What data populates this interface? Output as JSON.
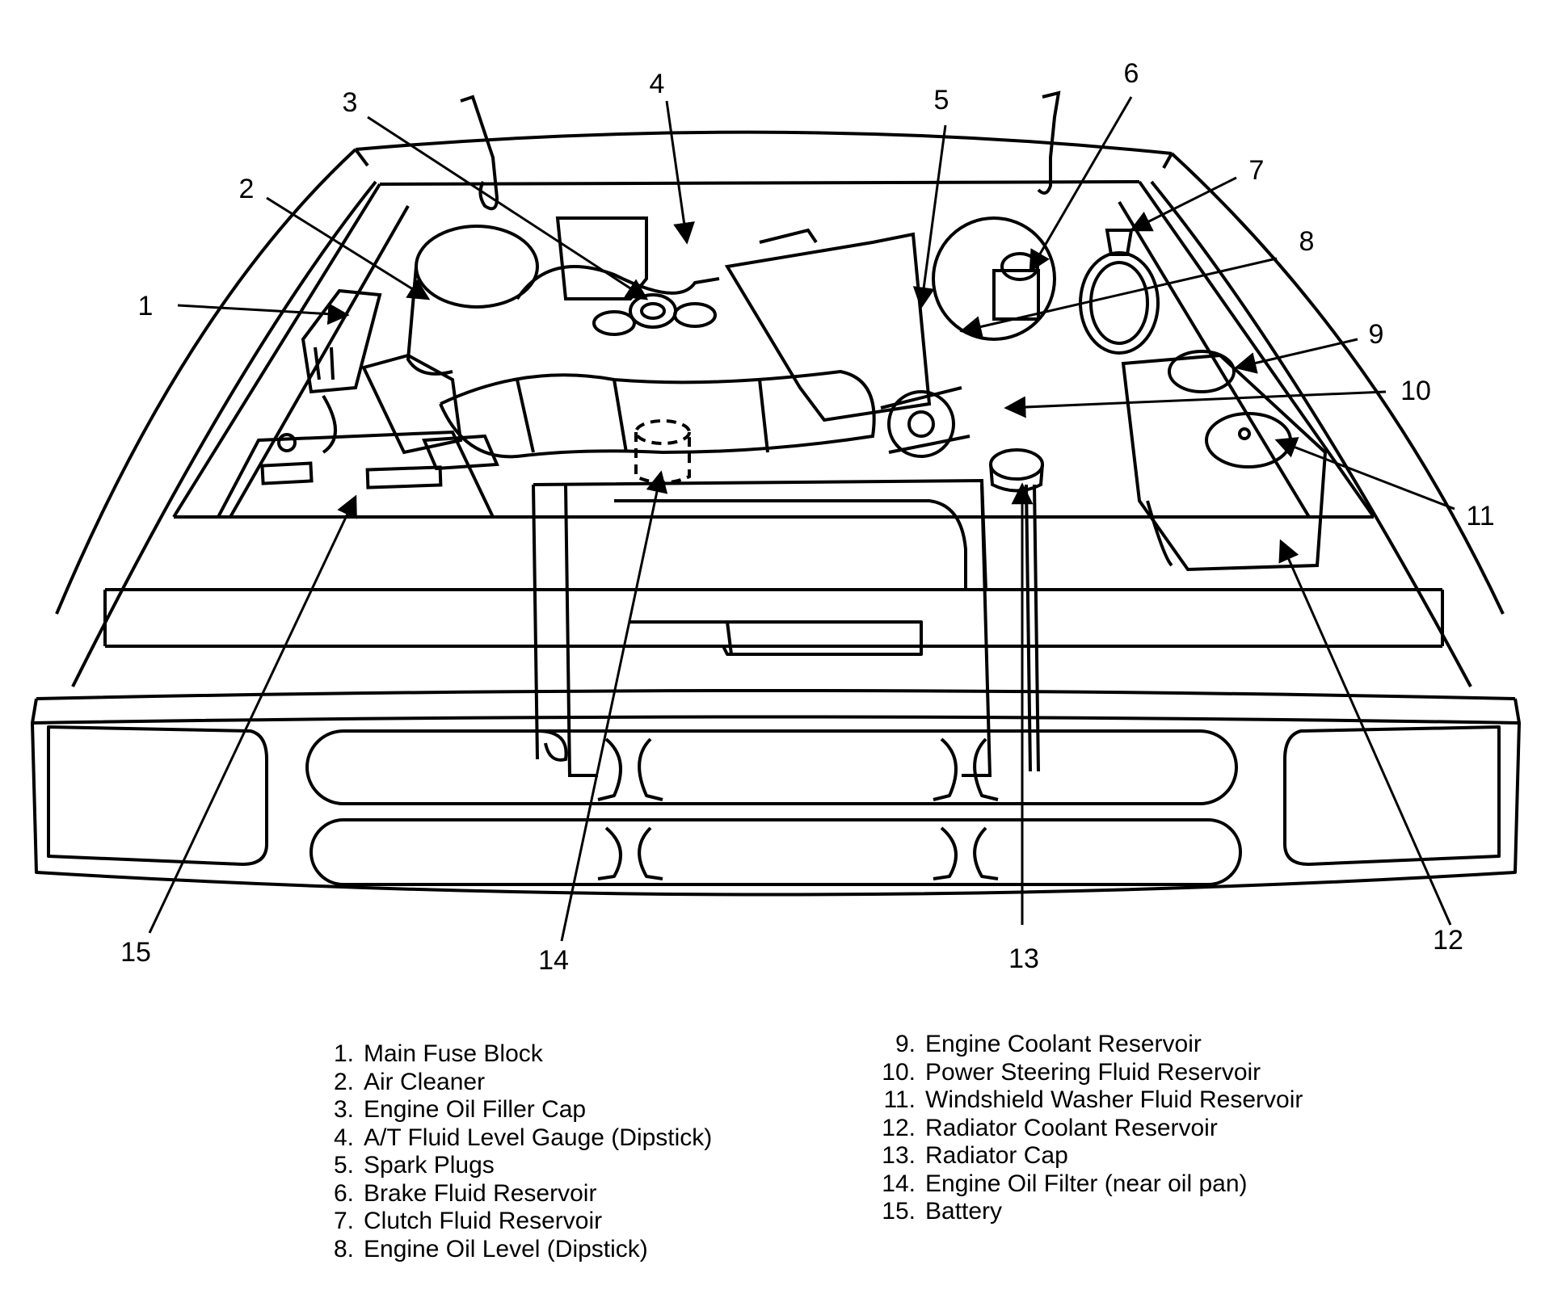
{
  "callouts": [
    "1",
    "2",
    "3",
    "4",
    "5",
    "6",
    "7",
    "8",
    "9",
    "10",
    "11",
    "12",
    "13",
    "14",
    "15"
  ],
  "legend": {
    "left": [
      {
        "num": "1.",
        "label": "Main Fuse Block"
      },
      {
        "num": "2.",
        "label": "Air Cleaner"
      },
      {
        "num": "3.",
        "label": "Engine Oil Filler Cap"
      },
      {
        "num": "4.",
        "label": "A/T Fluid Level Gauge (Dipstick)"
      },
      {
        "num": "5.",
        "label": "Spark Plugs"
      },
      {
        "num": "6.",
        "label": "Brake Fluid Reservoir"
      },
      {
        "num": "7.",
        "label": "Clutch Fluid Reservoir"
      },
      {
        "num": "8.",
        "label": "Engine Oil Level (Dipstick)"
      }
    ],
    "right": [
      {
        "num": "9.",
        "label": "Engine Coolant Reservoir"
      },
      {
        "num": "10.",
        "label": "Power Steering Fluid Reservoir"
      },
      {
        "num": "11.",
        "label": "Windshield Washer Fluid Reservoir"
      },
      {
        "num": "12.",
        "label": "Radiator Coolant Reservoir"
      },
      {
        "num": "13.",
        "label": "Radiator Cap"
      },
      {
        "num": "14.",
        "label": "Engine Oil Filter (near oil pan)"
      },
      {
        "num": "15.",
        "label": "Battery"
      }
    ]
  }
}
